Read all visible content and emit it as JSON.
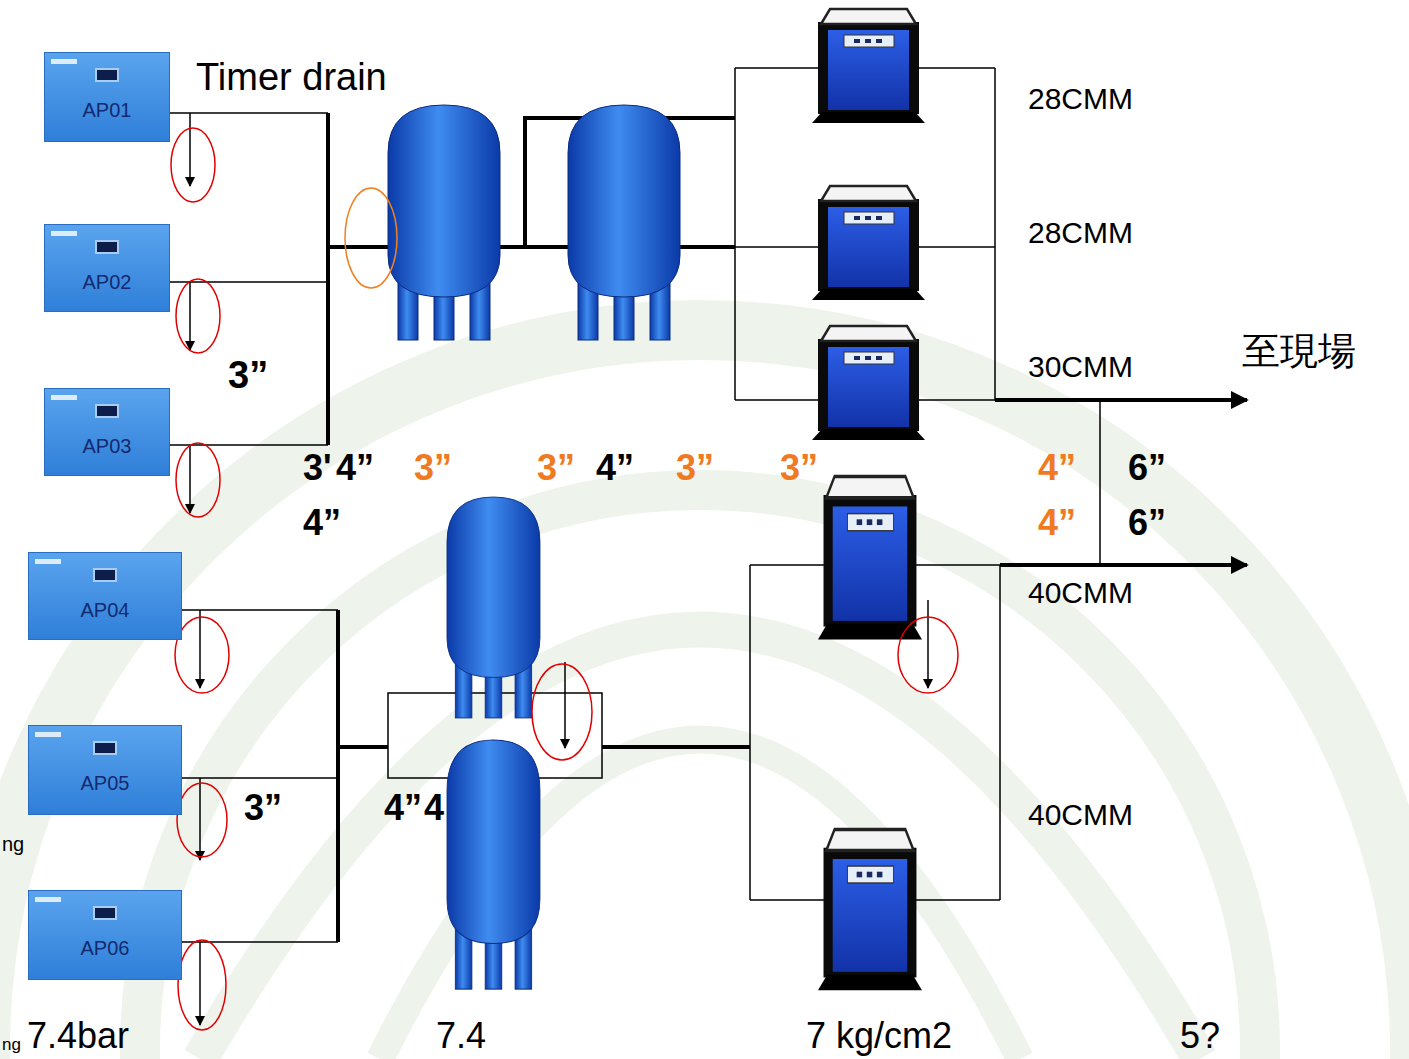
{
  "diagram": {
    "nodes": [
      {
        "text": [
          "AP01"
        ]
      },
      {
        "text": [
          "AP02"
        ]
      },
      {
        "text": [
          "AP03"
        ]
      },
      {
        "text": [
          "AP04"
        ]
      },
      {
        "text": [
          "AP05"
        ]
      },
      {
        "text": [
          "AP06"
        ]
      }
    ],
    "labels": [
      "Timer drain",
      "28CMM",
      "28CMM",
      "至現場",
      "3”",
      "30CMM",
      "3'",
      "4”",
      "3”",
      "3”",
      "4”",
      "3”",
      "3”",
      "4”",
      "6”",
      "4”",
      "4”",
      "6”",
      "40CMM",
      "3”",
      "4”",
      "4",
      "40CMM",
      "ng",
      "ng",
      "7.4bar",
      "7.4",
      "7 kg/cm2",
      "5?"
    ]
  }
}
